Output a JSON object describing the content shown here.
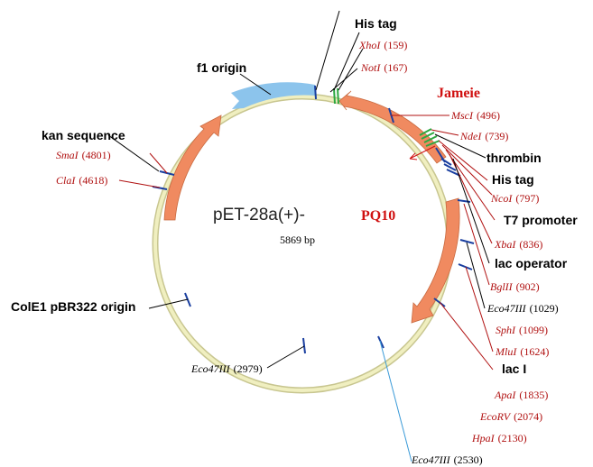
{
  "plasmid": {
    "name": "pET-28a(+)-",
    "insert_name": "PQ10",
    "size": "5869 bp",
    "annotation": "Jameie",
    "colors": {
      "backbone": "#f0efc0",
      "backbone_edge": "#c8c690",
      "gene": "#f08a60",
      "origin": "#8cc4ec",
      "site_tick": "#1a3fa0",
      "tag_green": "#2ca840",
      "enzyme_red": "#b01010",
      "accent_red": "#d01010",
      "leader_blue": "#3a9ad8"
    }
  },
  "features": [
    {
      "name": "His tag"
    },
    {
      "name": "f1 origin"
    },
    {
      "name": "kan sequence"
    },
    {
      "name": "thrombin"
    },
    {
      "name": "His tag"
    },
    {
      "name": "T7 promoter"
    },
    {
      "name": "lac operator"
    },
    {
      "name": "ColE1 pBR322 origin"
    },
    {
      "name": "lac I"
    }
  ],
  "sites": [
    {
      "name": "XhoI",
      "pos": "(159)",
      "color": "red"
    },
    {
      "name": "NotI",
      "pos": "(167)",
      "color": "red"
    },
    {
      "name": "MscI",
      "pos": "(496)",
      "color": "red"
    },
    {
      "name": "NdeI",
      "pos": "(739)",
      "color": "red"
    },
    {
      "name": "NcoI",
      "pos": "(797)",
      "color": "red"
    },
    {
      "name": "XbaI",
      "pos": "(836)",
      "color": "red"
    },
    {
      "name": "BglII",
      "pos": "(902)",
      "color": "red"
    },
    {
      "name": "Eco47III",
      "pos": "(1029)",
      "color": "black"
    },
    {
      "name": "SphI",
      "pos": "(1099)",
      "color": "red"
    },
    {
      "name": "MluI",
      "pos": "(1624)",
      "color": "red"
    },
    {
      "name": "ApaI",
      "pos": "(1835)",
      "color": "red"
    },
    {
      "name": "EcoRV",
      "pos": "(2074)",
      "color": "red"
    },
    {
      "name": "HpaI",
      "pos": "(2130)",
      "color": "red"
    },
    {
      "name": "Eco47III",
      "pos": "(2530)",
      "color": "black"
    },
    {
      "name": "Eco47III",
      "pos": "(2979)",
      "color": "black"
    },
    {
      "name": "SmaI",
      "pos": "(4801)",
      "color": "red"
    },
    {
      "name": "ClaI",
      "pos": "(4618)",
      "color": "red"
    }
  ]
}
